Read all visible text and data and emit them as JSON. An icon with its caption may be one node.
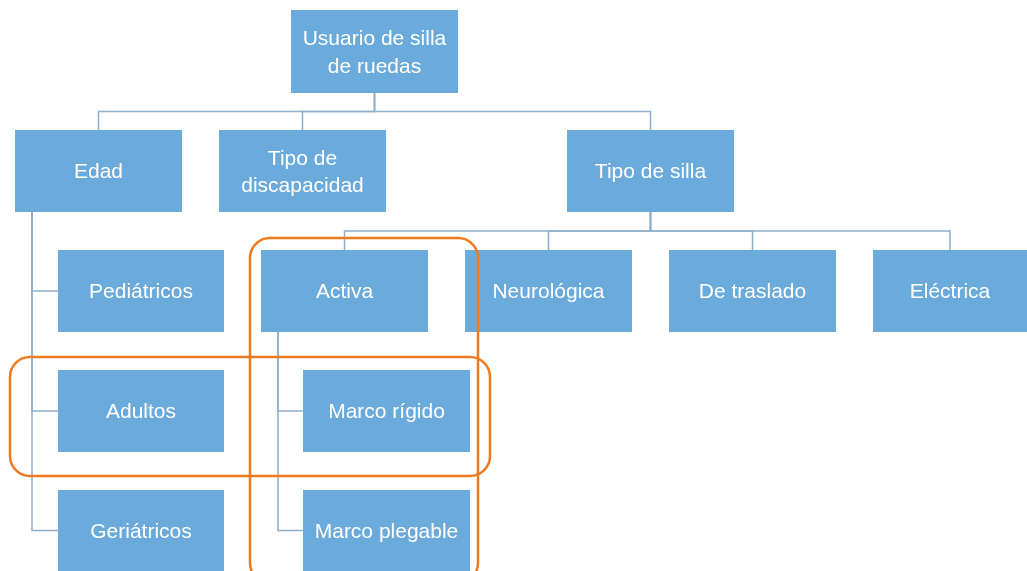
{
  "diagram": {
    "nodes": [
      {
        "text": [
          "Usuario de silla de ruedas"
        ]
      },
      {
        "text": [
          "Edad"
        ]
      },
      {
        "text": [
          "Tipo de discapacidad"
        ]
      },
      {
        "text": [
          "Tipo de silla"
        ]
      },
      {
        "text": [
          "Pediátricos"
        ]
      },
      {
        "text": [
          "Adultos"
        ]
      },
      {
        "text": [
          "Geriátricos"
        ]
      },
      {
        "text": [
          "Activa"
        ]
      },
      {
        "text": [
          "Neurológica"
        ]
      },
      {
        "text": [
          "De traslado"
        ]
      },
      {
        "text": [
          "Eléctrica"
        ]
      },
      {
        "text": [
          "Marco rígido"
        ]
      },
      {
        "text": [
          "Marco plegable"
        ]
      }
    ],
    "edges": [
      {
        "from": 0,
        "to": 1,
        "arrow": "none"
      },
      {
        "from": 0,
        "to": 2,
        "arrow": "none"
      },
      {
        "from": 0,
        "to": 3,
        "arrow": "none"
      },
      {
        "from": 1,
        "to": 4,
        "arrow": "none"
      },
      {
        "from": 1,
        "to": 5,
        "arrow": "none"
      },
      {
        "from": 1,
        "to": 6,
        "arrow": "none"
      },
      {
        "from": 3,
        "to": 7,
        "arrow": "none"
      },
      {
        "from": 3,
        "to": 8,
        "arrow": "none"
      },
      {
        "from": 3,
        "to": 9,
        "arrow": "none"
      },
      {
        "from": 3,
        "to": 10,
        "arrow": "none"
      },
      {
        "from": 7,
        "to": 11,
        "arrow": "none"
      },
      {
        "from": 7,
        "to": 12,
        "arrow": "none"
      }
    ]
  }
}
